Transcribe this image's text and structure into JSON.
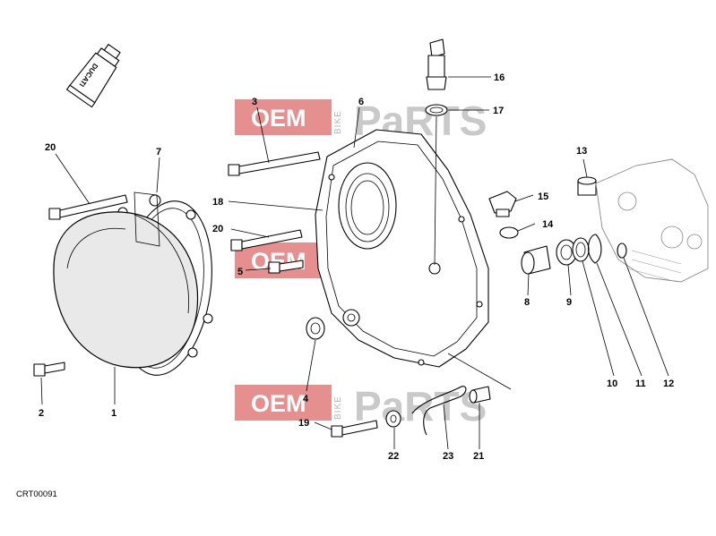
{
  "diagram": {
    "drawing_code": "CRT00091",
    "tube_brand": "DUCATI",
    "watermark": {
      "oem": "OEM",
      "bike": "BIKE",
      "parts": "PaRTS"
    },
    "callouts": [
      {
        "id": "c1",
        "label": "1"
      },
      {
        "id": "c2",
        "label": "2"
      },
      {
        "id": "c3",
        "label": "3"
      },
      {
        "id": "c4",
        "label": "4"
      },
      {
        "id": "c5",
        "label": "5"
      },
      {
        "id": "c6",
        "label": "6"
      },
      {
        "id": "c7",
        "label": "7"
      },
      {
        "id": "c8",
        "label": "8"
      },
      {
        "id": "c9",
        "label": "9"
      },
      {
        "id": "c10",
        "label": "10"
      },
      {
        "id": "c11",
        "label": "11"
      },
      {
        "id": "c12",
        "label": "12"
      },
      {
        "id": "c13",
        "label": "13"
      },
      {
        "id": "c14",
        "label": "14"
      },
      {
        "id": "c15",
        "label": "15"
      },
      {
        "id": "c16",
        "label": "16"
      },
      {
        "id": "c17",
        "label": "17"
      },
      {
        "id": "c18",
        "label": "18"
      },
      {
        "id": "c19",
        "label": "19"
      },
      {
        "id": "c20a",
        "label": "20"
      },
      {
        "id": "c20b",
        "label": "20"
      },
      {
        "id": "c21",
        "label": "21"
      },
      {
        "id": "c22",
        "label": "22"
      },
      {
        "id": "c23",
        "label": "23"
      }
    ]
  }
}
